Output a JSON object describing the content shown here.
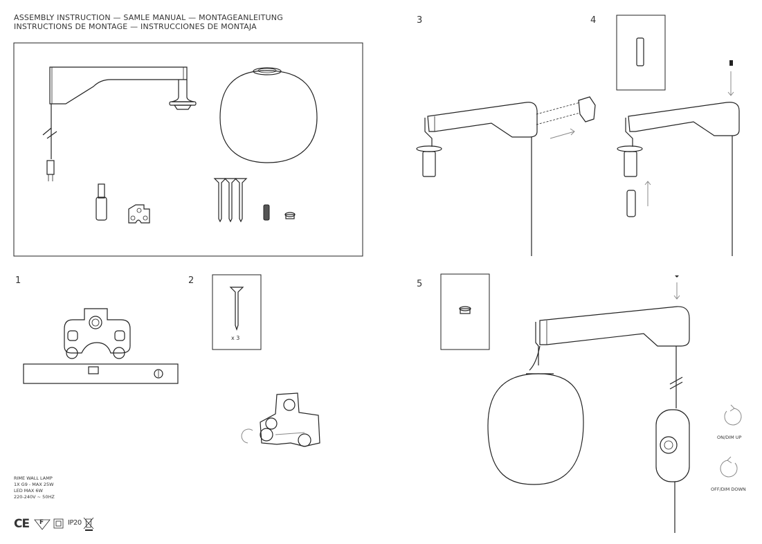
{
  "header": {
    "line1": "ASSEMBLY INSTRUCTION — SAMLE MANUAL — MONTAGEANLEITUNG",
    "line2": "INSTRUCTIONS DE MONTAGE — INSTRUCCIONES DE MONTAJA"
  },
  "steps": {
    "s1": "1",
    "s2": "2",
    "s3": "3",
    "s4": "4",
    "s5": "5"
  },
  "step2_quantity": "x 3",
  "spec": {
    "name": "RIME WALL LAMP",
    "bulb": "1X G9 - MAX 25W",
    "led": "LED MAX 6W",
    "voltage": "220-240V ~ 50HZ"
  },
  "certifications": {
    "ce": "CE",
    "f": "F",
    "ip": "IP20"
  },
  "dimmer": {
    "on": "ON/DIM UP",
    "off": "OFF/DIM DOWN"
  }
}
